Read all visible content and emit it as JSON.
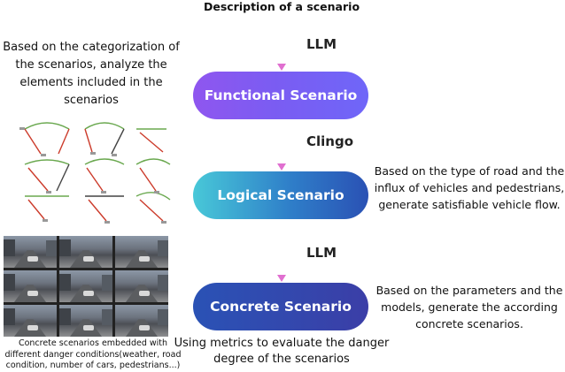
{
  "title": "Description of a scenario",
  "left_note": "Based on the categorization of the scenarios, analyze the elements included in the scenarios",
  "nodes": {
    "functional": "Functional Scenario",
    "logical": "Logical Scenario",
    "concrete": "Concrete Scenario"
  },
  "arrow_labels": {
    "top": "LLM",
    "middle": "Clingo",
    "bottom": "LLM"
  },
  "right_notes": {
    "logical": "Based on the type of road and the influx of vehicles and pedestrians, generate satisfiable vehicle flow.",
    "concrete": "Based on the parameters and the models, generate the according concrete scenarios."
  },
  "bottom_caption": "Using metrics to evaluate the danger degree of the scenarios",
  "image_caption": "Concrete scenarios embedded with different danger conditions(weather, road condition, number of cars, pedestrians...)",
  "colors": {
    "arrow_top": "#7b6cf0",
    "arrow_head": "#e06fd0",
    "functional": "#7b5cf2",
    "logical": "#2f7fc9",
    "concrete": "#3447ad"
  }
}
